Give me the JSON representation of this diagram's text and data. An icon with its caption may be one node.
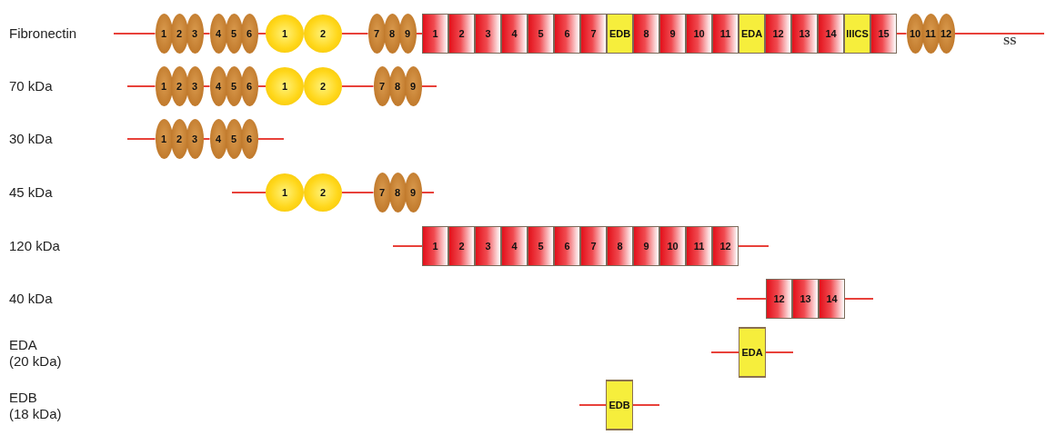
{
  "diagram": {
    "nodes": [
      {
        "text": [
          "1"
        ]
      },
      {
        "text": [
          "2"
        ]
      },
      {
        "text": [
          "3"
        ]
      },
      {
        "text": [
          "4"
        ]
      },
      {
        "text": [
          "5"
        ]
      },
      {
        "text": [
          "6"
        ]
      },
      {
        "text": [
          "1"
        ]
      },
      {
        "text": [
          "2"
        ]
      },
      {
        "text": [
          "7"
        ]
      },
      {
        "text": [
          "8"
        ]
      },
      {
        "text": [
          "9"
        ]
      },
      {
        "text": [
          "1"
        ]
      },
      {
        "text": [
          "2"
        ]
      },
      {
        "text": [
          "3"
        ]
      },
      {
        "text": [
          "4"
        ]
      },
      {
        "text": [
          "5"
        ]
      },
      {
        "text": [
          "6"
        ]
      },
      {
        "text": [
          "7"
        ]
      },
      {
        "text": [
          "EDB"
        ]
      },
      {
        "text": [
          "8"
        ]
      },
      {
        "text": [
          "9"
        ]
      },
      {
        "text": [
          "10"
        ]
      },
      {
        "text": [
          "11"
        ]
      },
      {
        "text": [
          "EDA"
        ]
      },
      {
        "text": [
          "12"
        ]
      },
      {
        "text": [
          "13"
        ]
      },
      {
        "text": [
          "14"
        ]
      },
      {
        "text": [
          "IIICS"
        ]
      },
      {
        "text": [
          "15"
        ]
      },
      {
        "text": [
          "10"
        ]
      },
      {
        "text": [
          "11"
        ]
      },
      {
        "text": [
          "12"
        ]
      },
      {
        "text": [
          "1"
        ]
      },
      {
        "text": [
          "2"
        ]
      },
      {
        "text": [
          "3"
        ]
      },
      {
        "text": [
          "4"
        ]
      },
      {
        "text": [
          "5"
        ]
      },
      {
        "text": [
          "6"
        ]
      },
      {
        "text": [
          "1"
        ]
      },
      {
        "text": [
          "2"
        ]
      },
      {
        "text": [
          "7"
        ]
      },
      {
        "text": [
          "8"
        ]
      },
      {
        "text": [
          "9"
        ]
      },
      {
        "text": [
          "1"
        ]
      },
      {
        "text": [
          "2"
        ]
      },
      {
        "text": [
          "3"
        ]
      },
      {
        "text": [
          "4"
        ]
      },
      {
        "text": [
          "5"
        ]
      },
      {
        "text": [
          "6"
        ]
      },
      {
        "text": [
          "1"
        ]
      },
      {
        "text": [
          "2"
        ]
      },
      {
        "text": [
          "7"
        ]
      },
      {
        "text": [
          "8"
        ]
      },
      {
        "text": [
          "9"
        ]
      },
      {
        "text": [
          "1"
        ]
      },
      {
        "text": [
          "2"
        ]
      },
      {
        "text": [
          "3"
        ]
      },
      {
        "text": [
          "4"
        ]
      },
      {
        "text": [
          "5"
        ]
      },
      {
        "text": [
          "6"
        ]
      },
      {
        "text": [
          "7"
        ]
      },
      {
        "text": [
          "8"
        ]
      },
      {
        "text": [
          "9"
        ]
      },
      {
        "text": [
          "10"
        ]
      },
      {
        "text": [
          "11"
        ]
      },
      {
        "text": [
          "12"
        ]
      },
      {
        "text": [
          "12"
        ]
      },
      {
        "text": [
          "13"
        ]
      },
      {
        "text": [
          "14"
        ]
      },
      {
        "text": [
          "EDA"
        ]
      },
      {
        "text": [
          "EDB"
        ]
      }
    ],
    "edges": [
      {
        "from": null,
        "to": 0,
        "arrow": "none"
      },
      {
        "from": 2,
        "to": 3,
        "arrow": "none"
      },
      {
        "from": 5,
        "to": 6,
        "arrow": "none"
      },
      {
        "from": 7,
        "to": 8,
        "arrow": "none"
      },
      {
        "from": 10,
        "to": 11,
        "arrow": "none"
      },
      {
        "from": 28,
        "to": 29,
        "arrow": "none"
      },
      {
        "from": 31,
        "to": null,
        "arrow": "none"
      },
      {
        "from": null,
        "to": 32,
        "arrow": "none"
      },
      {
        "from": 34,
        "to": 35,
        "arrow": "none"
      },
      {
        "from": 37,
        "to": 38,
        "arrow": "none"
      },
      {
        "from": 39,
        "to": 40,
        "arrow": "none"
      },
      {
        "from": 42,
        "to": null,
        "arrow": "none"
      },
      {
        "from": null,
        "to": 43,
        "arrow": "none"
      },
      {
        "from": 45,
        "to": 46,
        "arrow": "none"
      },
      {
        "from": 48,
        "to": null,
        "arrow": "none"
      },
      {
        "from": null,
        "to": 49,
        "arrow": "none"
      },
      {
        "from": 50,
        "to": 51,
        "arrow": "none"
      },
      {
        "from": 53,
        "to": null,
        "arrow": "none"
      },
      {
        "from": null,
        "to": 54,
        "arrow": "none"
      },
      {
        "from": 65,
        "to": null,
        "arrow": "none"
      },
      {
        "from": null,
        "to": 66,
        "arrow": "none"
      },
      {
        "from": 68,
        "to": null,
        "arrow": "none"
      },
      {
        "from": null,
        "to": 69,
        "arrow": "none"
      },
      {
        "from": 69,
        "to": null,
        "arrow": "none"
      },
      {
        "from": null,
        "to": 70,
        "arrow": "none"
      },
      {
        "from": 70,
        "to": null,
        "arrow": "none"
      }
    ],
    "labels": [
      "Fibronectin",
      "SS",
      "70 kDa",
      "30 kDa",
      "45 kDa",
      "120 kDa",
      "40 kDa",
      "EDA",
      "(20 kDa)",
      "EDB",
      "(18 kDa)"
    ]
  }
}
